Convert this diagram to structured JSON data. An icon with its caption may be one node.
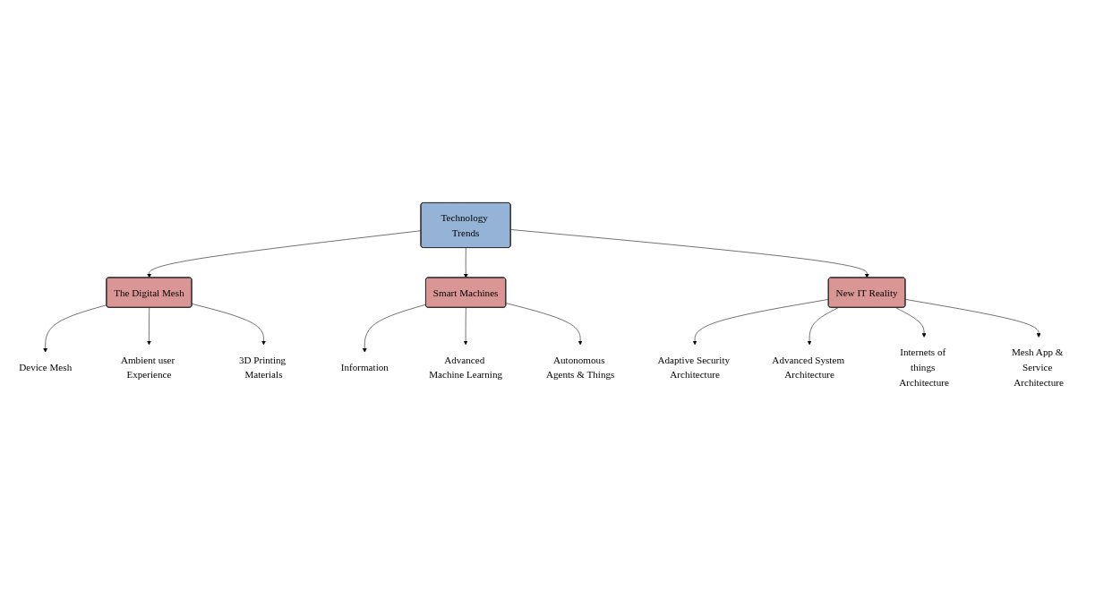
{
  "diagram": {
    "nodes": [
      {
        "text": [
          "Technology Trends"
        ]
      },
      {
        "text": [
          "The Digital Mesh"
        ]
      },
      {
        "text": [
          "Smart Machines"
        ]
      },
      {
        "text": [
          "New IT Reality"
        ]
      },
      {
        "text": [
          "Device Mesh"
        ]
      },
      {
        "text": [
          "Ambient user Experience"
        ]
      },
      {
        "text": [
          "3D Printing Materials"
        ]
      },
      {
        "text": [
          "Information"
        ]
      },
      {
        "text": [
          "Advanced Machine Learning"
        ]
      },
      {
        "text": [
          "Autonomous Agents & Things"
        ]
      },
      {
        "text": [
          "Adaptive Security Architecture"
        ]
      },
      {
        "text": [
          "Advanced System Architecture"
        ]
      },
      {
        "text": [
          "Internets of things Architecture"
        ]
      },
      {
        "text": [
          "Mesh App & Service Architecture"
        ]
      }
    ],
    "edges": [
      {
        "from": 0,
        "to": 1,
        "arrow": "to"
      },
      {
        "from": 0,
        "to": 2,
        "arrow": "to"
      },
      {
        "from": 0,
        "to": 3,
        "arrow": "to"
      },
      {
        "from": 1,
        "to": 4,
        "arrow": "to"
      },
      {
        "from": 1,
        "to": 5,
        "arrow": "to"
      },
      {
        "from": 1,
        "to": 6,
        "arrow": "to"
      },
      {
        "from": 2,
        "to": 7,
        "arrow": "to"
      },
      {
        "from": 2,
        "to": 8,
        "arrow": "to"
      },
      {
        "from": 2,
        "to": 9,
        "arrow": "to"
      },
      {
        "from": 3,
        "to": 10,
        "arrow": "to"
      },
      {
        "from": 3,
        "to": 11,
        "arrow": "to"
      },
      {
        "from": 3,
        "to": 12,
        "arrow": "to"
      },
      {
        "from": 3,
        "to": 13,
        "arrow": "to"
      }
    ]
  }
}
